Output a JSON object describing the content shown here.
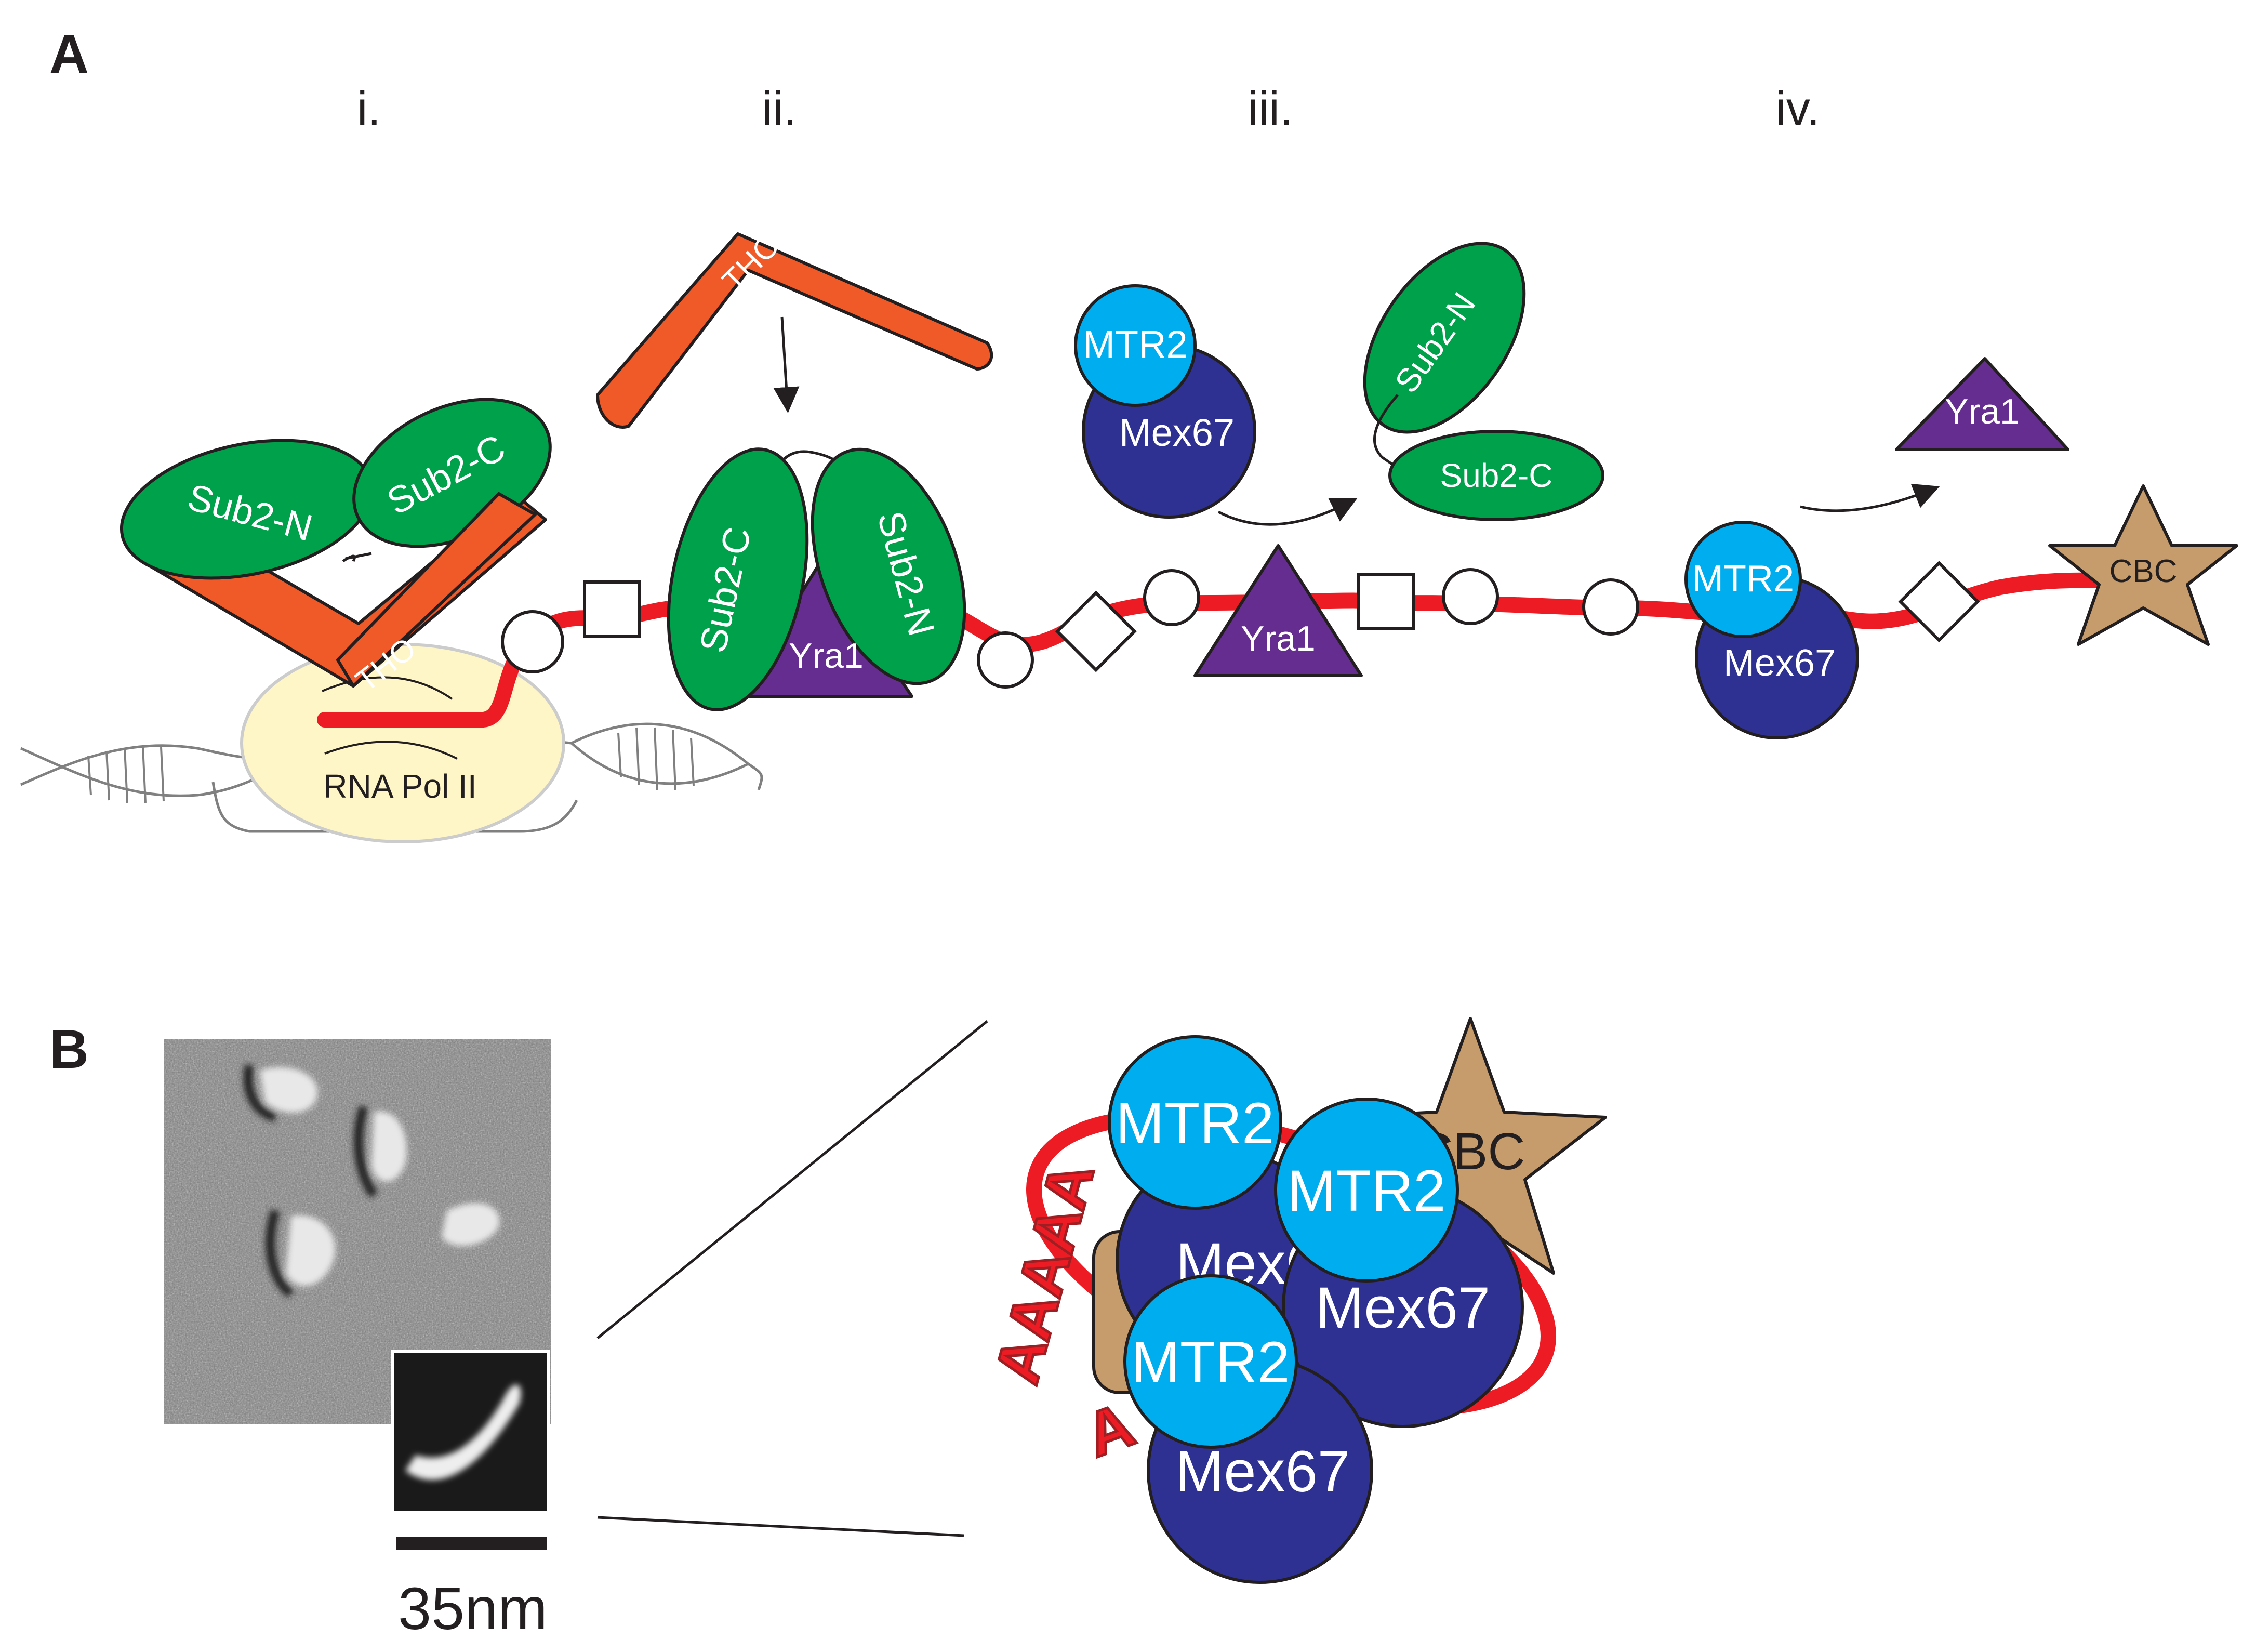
{
  "panels": {
    "a_label": "A",
    "b_label": "B"
  },
  "steps": [
    "i.",
    "ii.",
    "iii.",
    "iv."
  ],
  "labels": {
    "tho": "THO",
    "sub2n": "Sub2-N",
    "sub2c": "Sub2-C",
    "yra1": "Yra1",
    "mtr2": "MTR2",
    "mex67": "Mex67",
    "mex6_partial": "Mex6",
    "cbc": "CBC",
    "rna_pol": "RNA Pol II",
    "polya": "AAAAA",
    "polya_tail": "A",
    "scale": "35nm"
  },
  "colors": {
    "tho": "#f05a28",
    "sub2": "#00a14b",
    "yra1": "#662d91",
    "mtr2": "#00aeef",
    "mex67": "#2e3192",
    "cbc": "#c69c6d",
    "rna": "#ed1c24",
    "pol": "#fff6c8",
    "polya_fill": "#ed1c24",
    "polya_stroke": "#9e1f23"
  }
}
